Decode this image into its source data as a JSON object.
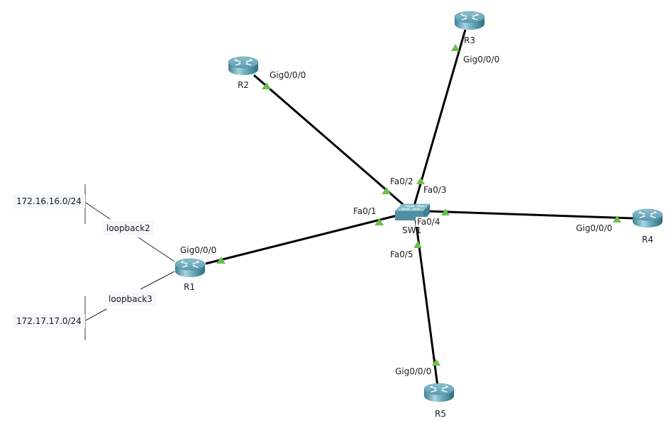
{
  "diagram": {
    "type": "network-topology",
    "devices": [
      {
        "id": "R1",
        "kind": "router",
        "label": "R1"
      },
      {
        "id": "R2",
        "kind": "router",
        "label": "R2"
      },
      {
        "id": "R3",
        "kind": "router",
        "label": "R3"
      },
      {
        "id": "R4",
        "kind": "router",
        "label": "R4"
      },
      {
        "id": "R5",
        "kind": "router",
        "label": "R5"
      },
      {
        "id": "SW1",
        "kind": "switch",
        "label": "SW1"
      }
    ],
    "links": [
      {
        "a": "R1",
        "a_port": "Gig0/0/0",
        "b": "SW1",
        "b_port": "Fa0/1",
        "status": "up"
      },
      {
        "a": "R2",
        "a_port": "Gig0/0/0",
        "b": "SW1",
        "b_port": "Fa0/2",
        "status": "up"
      },
      {
        "a": "R3",
        "a_port": "Gig0/0/0",
        "b": "SW1",
        "b_port": "Fa0/3",
        "status": "up"
      },
      {
        "a": "R4",
        "a_port": "Gig0/0/0",
        "b": "SW1",
        "b_port": "Fa0/4",
        "status": "up"
      },
      {
        "a": "R5",
        "a_port": "Gig0/0/0",
        "b": "SW1",
        "b_port": "Fa0/5",
        "status": "up"
      }
    ],
    "loopbacks": [
      {
        "device": "R1",
        "interface": "loopback2",
        "network": "172.16.16.0/24"
      },
      {
        "device": "R1",
        "interface": "loopback3",
        "network": "172.17.17.0/24"
      }
    ],
    "colors": {
      "link": "#000000",
      "link_up_marker": "#6abf4b",
      "router_body": "#4f8fa3",
      "switch_body": "#5a9ab0",
      "annotation_bg": "#f5f7fc"
    }
  }
}
